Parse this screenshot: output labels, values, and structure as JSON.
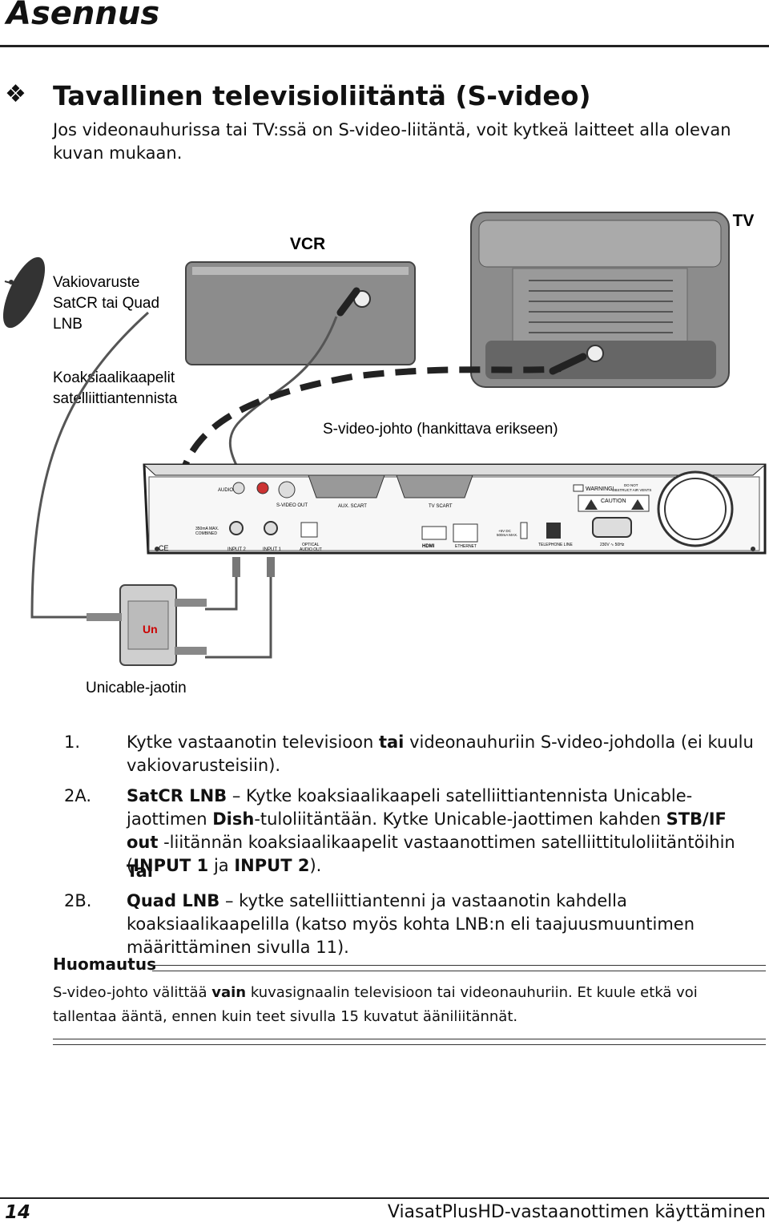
{
  "header": {
    "section": "Asennus"
  },
  "heading": {
    "bullet": "❖",
    "title": "Tavallinen televisioliitäntä (S-video)"
  },
  "intro": "Jos videonauhurissa tai TV:ssä on S-video-liitäntä, voit kytkeä laitteet alla olevan kuvan mukaan.",
  "diagram": {
    "tv_label": "TV",
    "vcr_label": "VCR",
    "lnb_label_1": "Vakiovaruste",
    "lnb_label_2": "SatCR tai Quad",
    "lnb_label_3": "LNB",
    "coax_label_1": "Koaksiaalikaapelit",
    "coax_label_2": "satelliittiantennista",
    "svideo_label": "S-video-johto (hankittava erikseen)",
    "splitter_label": "Unicable-jaotin",
    "panel": {
      "audio": "AUDIO",
      "svideo_out": "S-VIDEO OUT",
      "aux_scart": "AUX. SCART",
      "tv_scart": "TV SCART",
      "warning": "WARNING!",
      "do_not": "DO NOT",
      "obstruct": "OBSTRUCT AIR VENTS",
      "caution": "CAUTION",
      "combined_1": "350mA MAX.",
      "combined_2": "COMBINED",
      "input2": "INPUT 2",
      "input1": "INPUT 1",
      "optical_1": "OPTICAL",
      "optical_2": "AUDIO OUT",
      "hdmi": "HDMI",
      "ethernet": "ETHERNET",
      "usb_1": "+5V DC",
      "usb_2": "500mA MAX.",
      "telephone": "TELEPHONE LINE",
      "power": "230V ∿ 50Hz",
      "ce": "CE"
    }
  },
  "steps": [
    {
      "num": "1.",
      "parts": [
        {
          "t": "Kytke vastaanotin televisioon ",
          "b": false
        },
        {
          "t": "tai",
          "b": true
        },
        {
          "t": " videonauhuriin S-video-johdolla (ei kuulu vakiovarusteisiin).",
          "b": false
        }
      ]
    },
    {
      "num": "2A.",
      "parts": [
        {
          "t": "SatCR LNB",
          "b": true
        },
        {
          "t": " – Kytke koaksiaalikaapeli satelliittiantennista Unicable-jaottimen ",
          "b": false
        },
        {
          "t": "Dish",
          "b": true
        },
        {
          "t": "-tuloliitäntään. Kytke Unicable-jaottimen kahden ",
          "b": false
        },
        {
          "t": "STB/IF out",
          "b": true
        },
        {
          "t": " -liitännän koaksiaalikaapelit vastaanottimen satelliittituloliitäntöihin (",
          "b": false
        },
        {
          "t": "INPUT 1",
          "b": true
        },
        {
          "t": " ja ",
          "b": false
        },
        {
          "t": "INPUT 2",
          "b": true
        },
        {
          "t": ").",
          "b": false
        }
      ]
    },
    {
      "num": "",
      "parts": [
        {
          "t": "Tai",
          "b": true
        }
      ]
    },
    {
      "num": "2B.",
      "parts": [
        {
          "t": "Quad LNB",
          "b": true
        },
        {
          "t": " – kytke satelliittiantenni ja vastaanotin kahdella koaksiaalikaapelilla (katso myös kohta LNB:n eli taajuusmuuntimen määrittäminen sivulla 11).",
          "b": false
        }
      ]
    }
  ],
  "note": {
    "title": "Huomautus",
    "parts": [
      {
        "t": "S-video-johto välittää ",
        "b": false
      },
      {
        "t": "vain",
        "b": true
      },
      {
        "t": " kuvasignaalin televisioon tai videonauhuriin. Et kuule etkä voi tallentaa ääntä, ennen kuin teet sivulla 15 kuvatut ääniliitännät.",
        "b": false
      }
    ]
  },
  "footer": {
    "page": "14",
    "title": "ViasatPlusHD-vastaanottimen käyttäminen"
  }
}
